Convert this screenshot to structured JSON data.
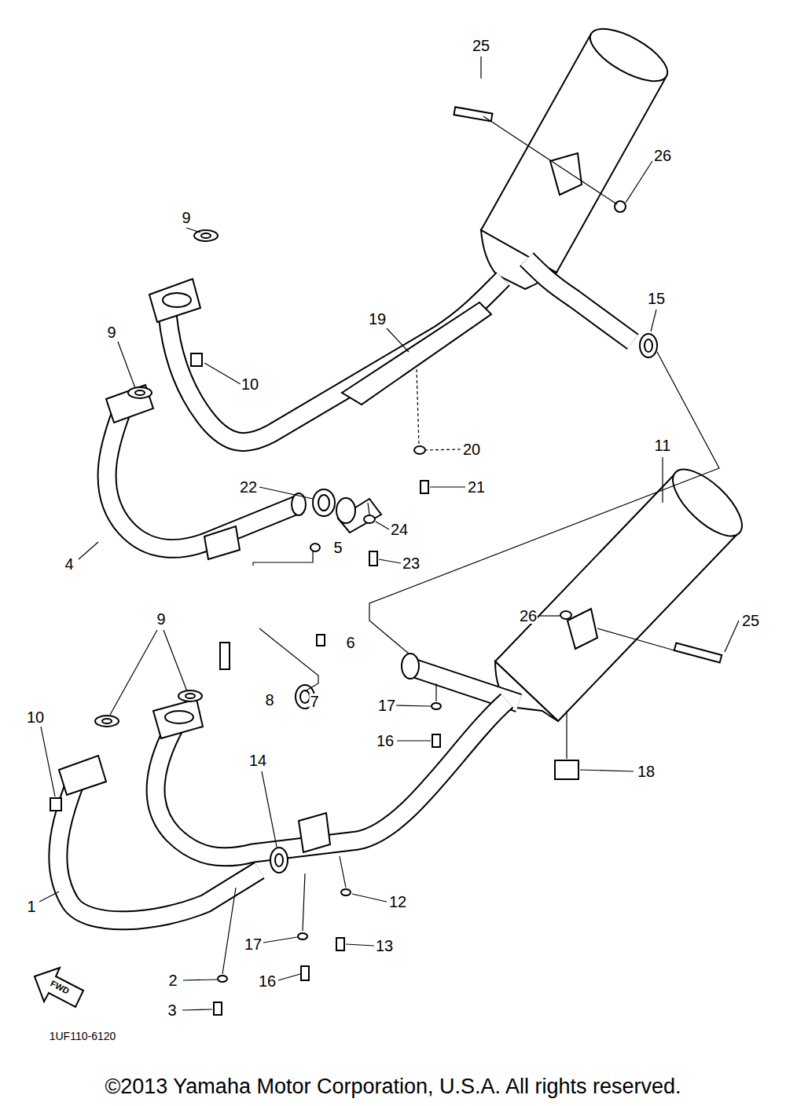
{
  "diagram": {
    "caption": "©2013 Yamaha Motor Corporation, U.S.A. All rights reserved.",
    "labels": [
      "25",
      "26",
      "9",
      "9",
      "10",
      "19",
      "15",
      "11",
      "20",
      "22",
      "21",
      "24",
      "4",
      "5",
      "23",
      "26",
      "25",
      "6",
      "9",
      "8",
      "7",
      "17",
      "16",
      "18",
      "10",
      "14",
      "12",
      "1",
      "17",
      "13",
      "2",
      "16",
      "3",
      "FWD",
      "1UF110-6120"
    ]
  }
}
